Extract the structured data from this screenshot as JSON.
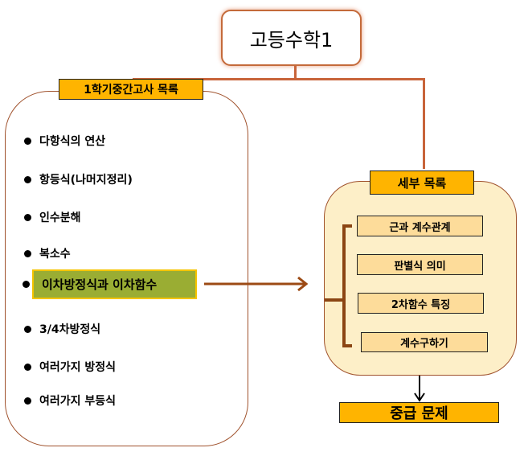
{
  "title": "고등수학1",
  "left": {
    "label": "1학기중간고사 목록",
    "items": [
      "다항식의 연산",
      "항등식(나머지정리)",
      "인수분해",
      "복소수",
      "이차방정식과 이차함수",
      "3/4차방정식",
      "여러가지 방정식",
      "여러가지 부등식"
    ]
  },
  "right": {
    "label": "세부 목록",
    "items": [
      "근과 계수관계",
      "판별식 의미",
      "2차함수 특징",
      "계수구하기"
    ]
  },
  "bottom": "중급 문제"
}
